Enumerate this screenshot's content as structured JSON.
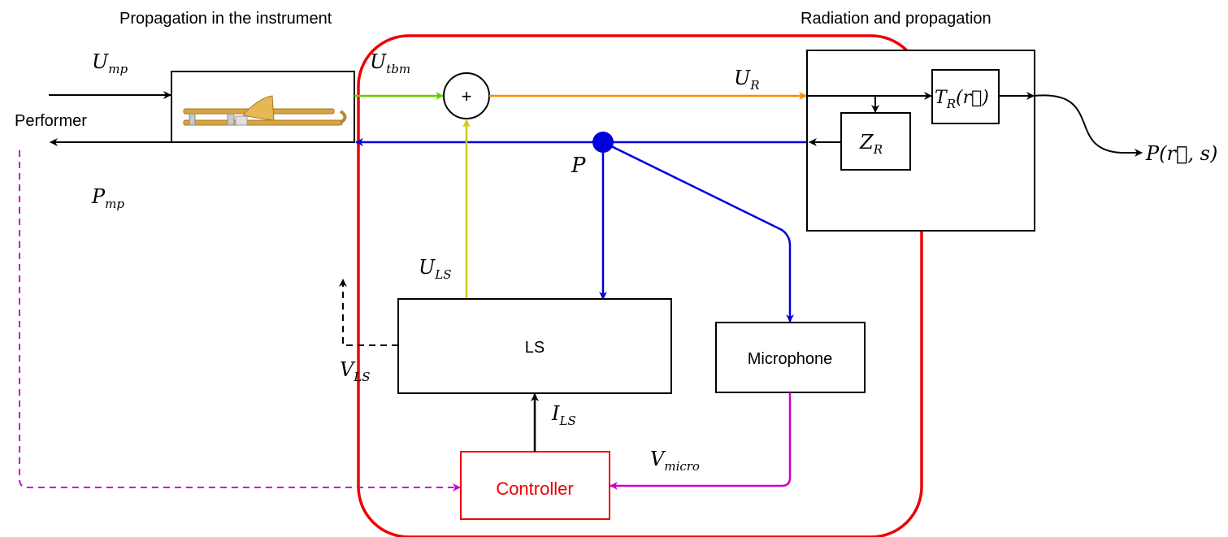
{
  "headings": {
    "left": "Propagation in the instrument",
    "right": "Radiation and propagation"
  },
  "labels": {
    "performer": "Performer",
    "sum": "+",
    "ls": "LS",
    "microphone": "Microphone",
    "controller": "Controller"
  },
  "math": {
    "U_mp": {
      "base": "U",
      "sub": "mp"
    },
    "P_mp": {
      "base": "P",
      "sub": "mp"
    },
    "U_tbm": {
      "base": "U",
      "sub": "tbm"
    },
    "U_R": {
      "base": "U",
      "sub": "R"
    },
    "P": {
      "base": "P"
    },
    "Z_R": {
      "base": "Z",
      "sub": "R"
    },
    "T_R": {
      "base": "T",
      "sub": "R",
      "arg": "(r⃗)"
    },
    "P_out": {
      "text": "P(r⃗, s)"
    },
    "U_LS": {
      "base": "U",
      "sub": "LS"
    },
    "V_LS": {
      "base": "V",
      "sub": "LS"
    },
    "I_LS": {
      "base": "I",
      "sub": "LS"
    },
    "V_micro": {
      "base": "V",
      "sub": "micro"
    }
  },
  "colors": {
    "ear_boundary": "#ee0000",
    "controller": "#ee0000",
    "pressure": "#0000dd",
    "tbm_flow": "#66cc00",
    "ls_flow": "#cccc00",
    "radiated_flow": "#ff8800",
    "micro_signal": "#cc00cc",
    "black": "#000000"
  },
  "icons": {
    "instrument": "trombone-icon"
  }
}
